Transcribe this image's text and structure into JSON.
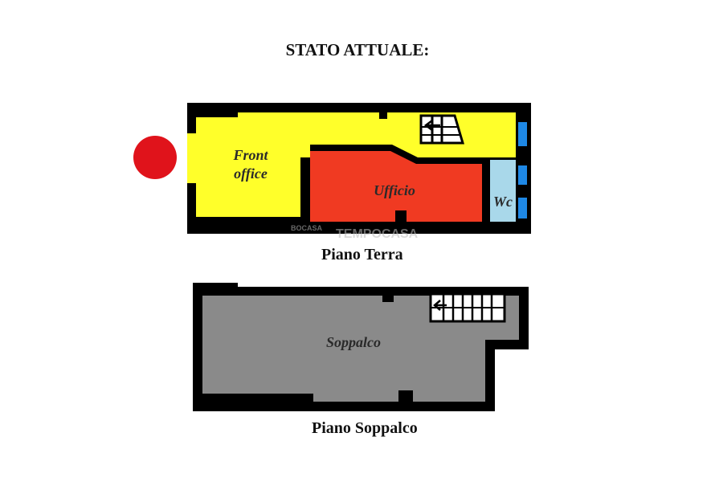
{
  "heading": "STATO ATTUALE:",
  "ground_floor": {
    "caption": "Piano Terra",
    "rooms": {
      "front_office": [
        "Front",
        "office"
      ],
      "ufficio": "Ufficio",
      "wc": "Wc"
    }
  },
  "mezzanine_floor": {
    "caption": "Piano Soppalco",
    "rooms": {
      "soppalco": "Soppalco"
    }
  },
  "watermark": [
    "BOCASA",
    "TEMPOCASA"
  ],
  "colors": {
    "front_office": "#ffff2a",
    "ufficio": "#f03a22",
    "wc": "#a9d8ea",
    "soppalco": "#8a8a8a",
    "walls": "#000000",
    "windows": "#1e88e5",
    "entrance_marker": "#e0131b"
  }
}
